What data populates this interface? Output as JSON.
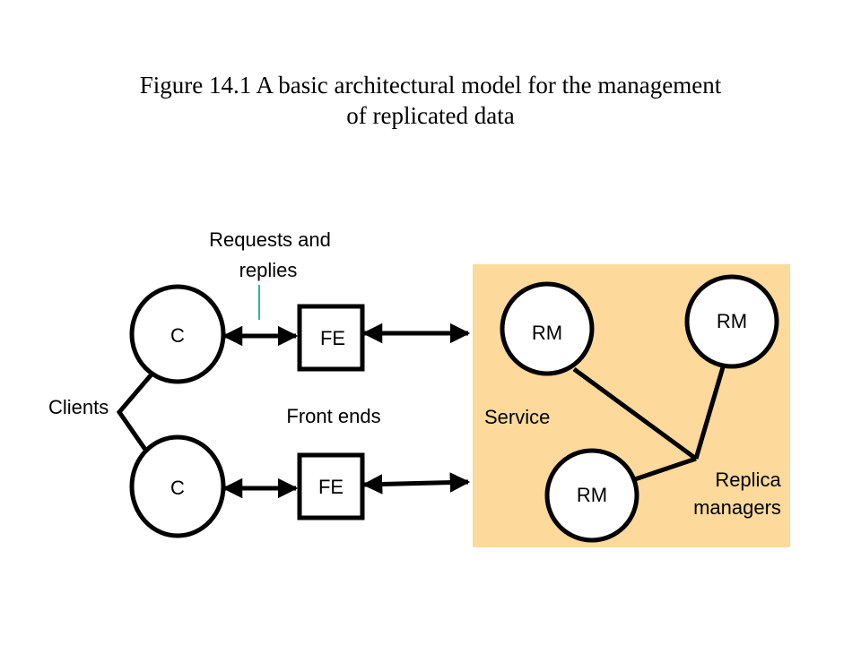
{
  "figure": {
    "title_line1": "Figure 14.1 A basic architectural model for the management",
    "title_line2": "of replicated data"
  },
  "colors": {
    "service_fill": "#fdd99b",
    "stroke": "#000000",
    "pointer": "#2bb89a"
  },
  "labels": {
    "requests_line1": "Requests and",
    "requests_line2": "replies",
    "clients": "Clients",
    "front_ends": "Front ends",
    "service": "Service",
    "replica_line1": "Replica",
    "replica_line2": "managers"
  },
  "nodes": {
    "client_top": "C",
    "client_bottom": "C",
    "fe_top": "FE",
    "fe_bottom": "FE",
    "rm_left": "RM",
    "rm_right": "RM",
    "rm_bottom": "RM"
  }
}
